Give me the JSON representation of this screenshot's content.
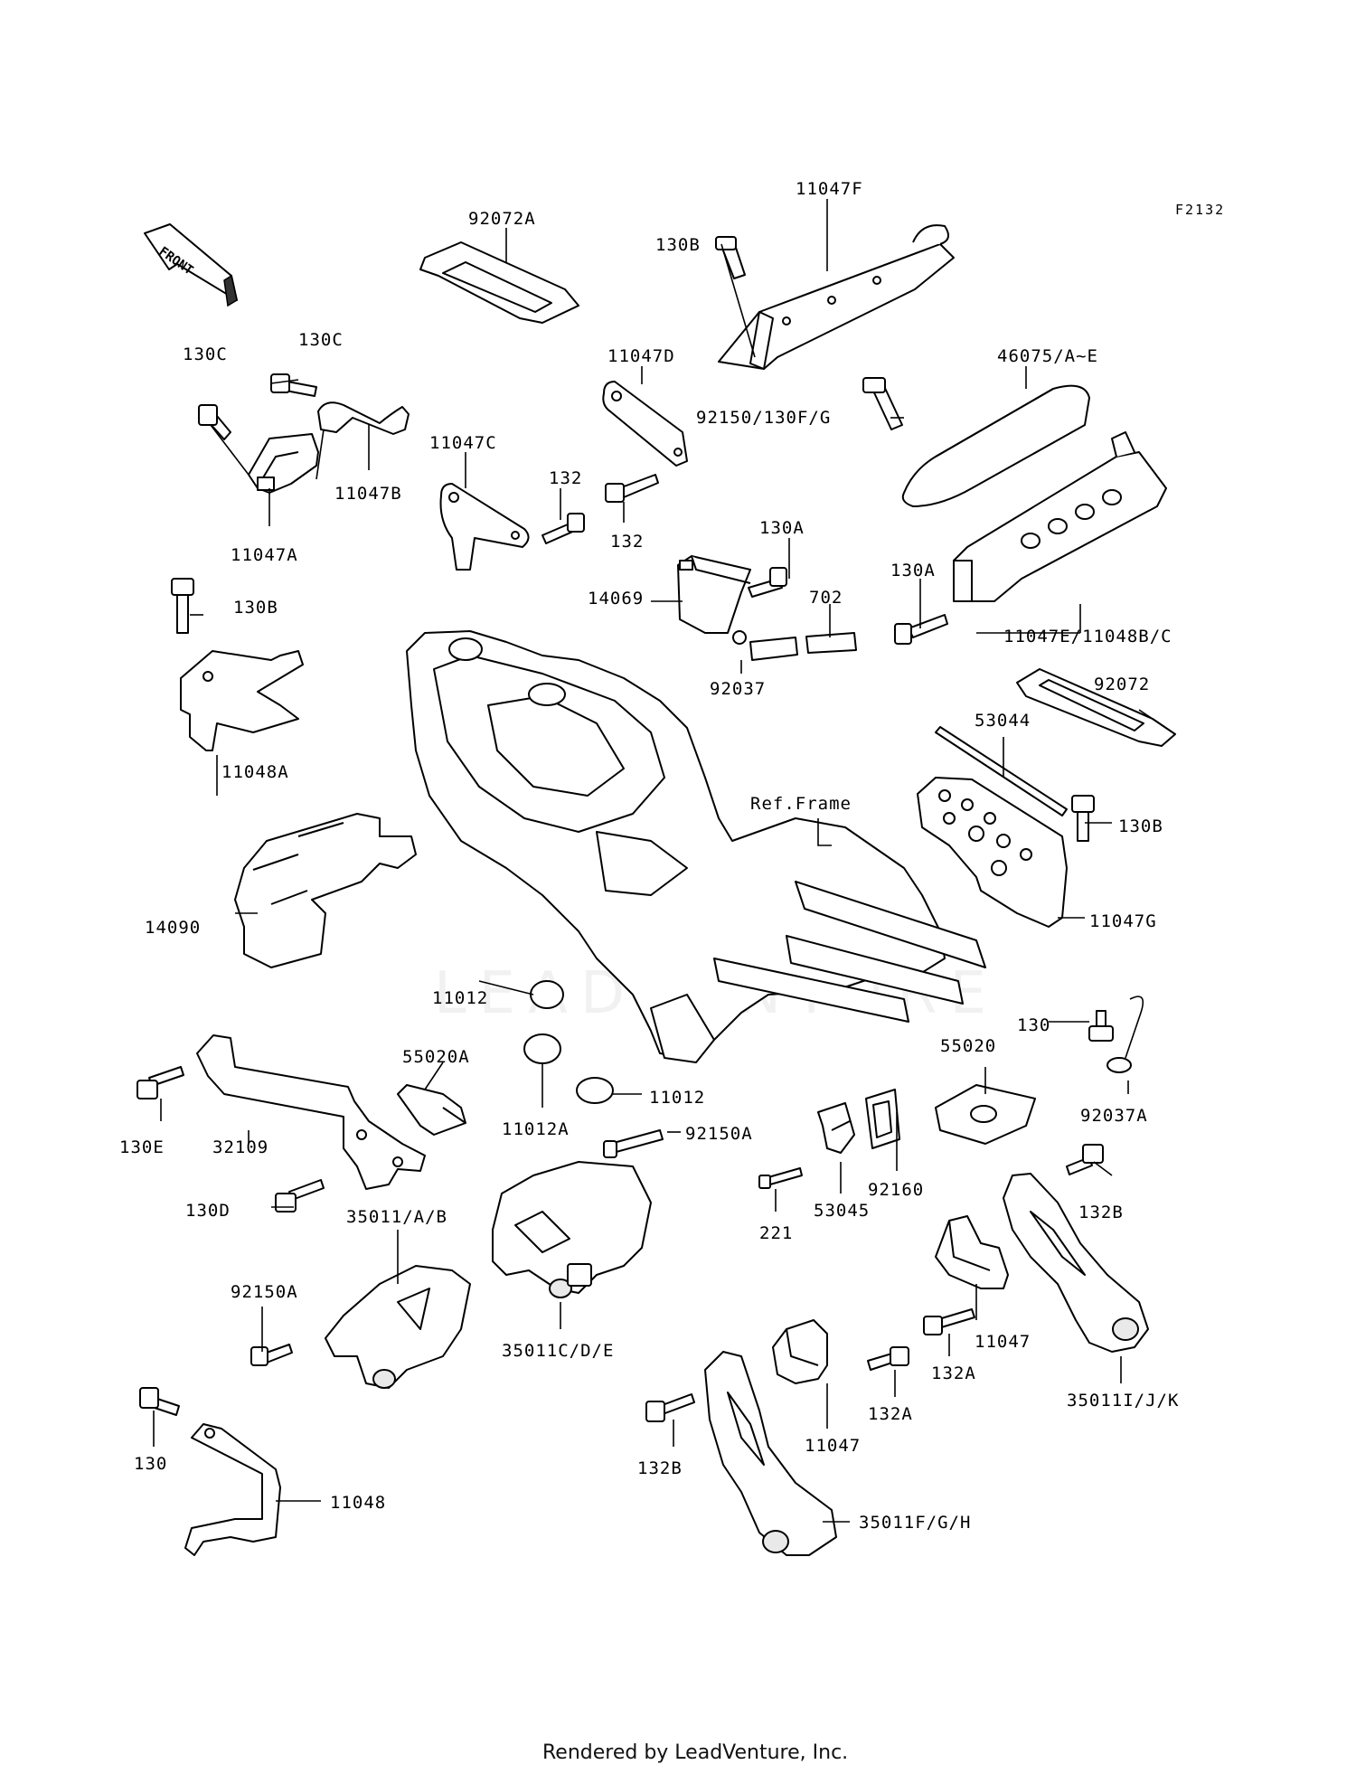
{
  "figure_code": "F2132",
  "front_arrow_text": "FRONT",
  "watermark": "LEADVENTURE",
  "footer": "Rendered by LeadVenture, Inc.",
  "labels": {
    "p92072A": "92072A",
    "p11047F": "11047F",
    "p130B_top": "130B",
    "p130C_a": "130C",
    "p130C_b": "130C",
    "p11047D": "11047D",
    "p46075": "46075/A~E",
    "p92150_130FG": "92150/130F/G",
    "p11047C": "11047C",
    "p132_a": "132",
    "p132_b": "132",
    "p11047B": "11047B",
    "p11047A": "11047A",
    "p130A_a": "130A",
    "p130A_b": "130A",
    "p14069": "14069",
    "p702": "702",
    "p11047E": "11047E/11048B/C",
    "p130B_left": "130B",
    "p92037": "92037",
    "p92072": "92072",
    "p11048A": "11048A",
    "p53044": "53044",
    "p_ref_frame": "Ref.Frame",
    "p130B_right": "130B",
    "p14090": "14090",
    "p11047G": "11047G",
    "p11012_a": "11012",
    "p130_right": "130",
    "p55020A": "55020A",
    "p55020": "55020",
    "p11012_b": "11012",
    "p11012A": "11012A",
    "p130E": "130E",
    "p32109": "32109",
    "p92037A": "92037A",
    "p92150A_a": "92150A",
    "p130D": "130D",
    "p35011AB": "35011/A/B",
    "p92160": "92160",
    "p53045": "53045",
    "p221": "221",
    "p132B_a": "132B",
    "p11047_a": "11047",
    "p92150A_b": "92150A",
    "p35011CDE": "35011C/D/E",
    "p132A_a": "132A",
    "p35011IJK": "35011I/J/K",
    "p132A_b": "132A",
    "p132B_b": "132B",
    "p11047_b": "11047",
    "p130_left": "130",
    "p11048": "11048",
    "p35011FGH": "35011F/G/H"
  }
}
